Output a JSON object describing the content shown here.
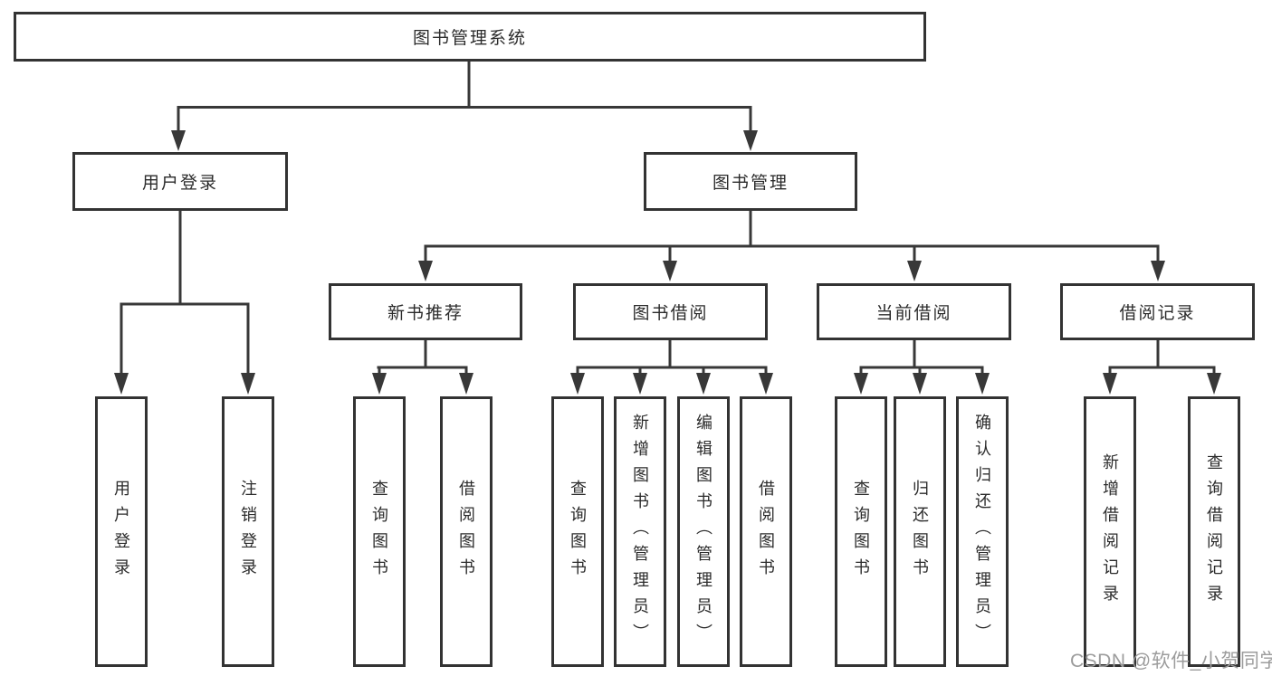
{
  "tree": {
    "root": {
      "label": "图书管理系统",
      "children": [
        {
          "label": "用户登录",
          "children": [
            {
              "label": "用户登录"
            },
            {
              "label": "注销登录"
            }
          ]
        },
        {
          "label": "图书管理",
          "children": [
            {
              "label": "新书推荐",
              "children": [
                {
                  "label": "查询图书"
                },
                {
                  "label": "借阅图书"
                }
              ]
            },
            {
              "label": "图书借阅",
              "children": [
                {
                  "label": "查询图书"
                },
                {
                  "label": "新增图书（管理员）"
                },
                {
                  "label": "编辑图书（管理员）"
                },
                {
                  "label": "借阅图书"
                }
              ]
            },
            {
              "label": "当前借阅",
              "children": [
                {
                  "label": "查询图书"
                },
                {
                  "label": "归还图书"
                },
                {
                  "label": "确认归还（管理员）"
                }
              ]
            },
            {
              "label": "借阅记录",
              "children": [
                {
                  "label": "新增借阅记录"
                },
                {
                  "label": "查询借阅记录"
                }
              ]
            }
          ]
        }
      ]
    }
  },
  "watermark": {
    "text": "CSDN @软件_小贺同学"
  },
  "colors": {
    "background": "#ffffff",
    "connector_line": "#383838",
    "box_border": "#333333",
    "text": "#2b2b2b",
    "watermark": "#9c9c9c"
  }
}
